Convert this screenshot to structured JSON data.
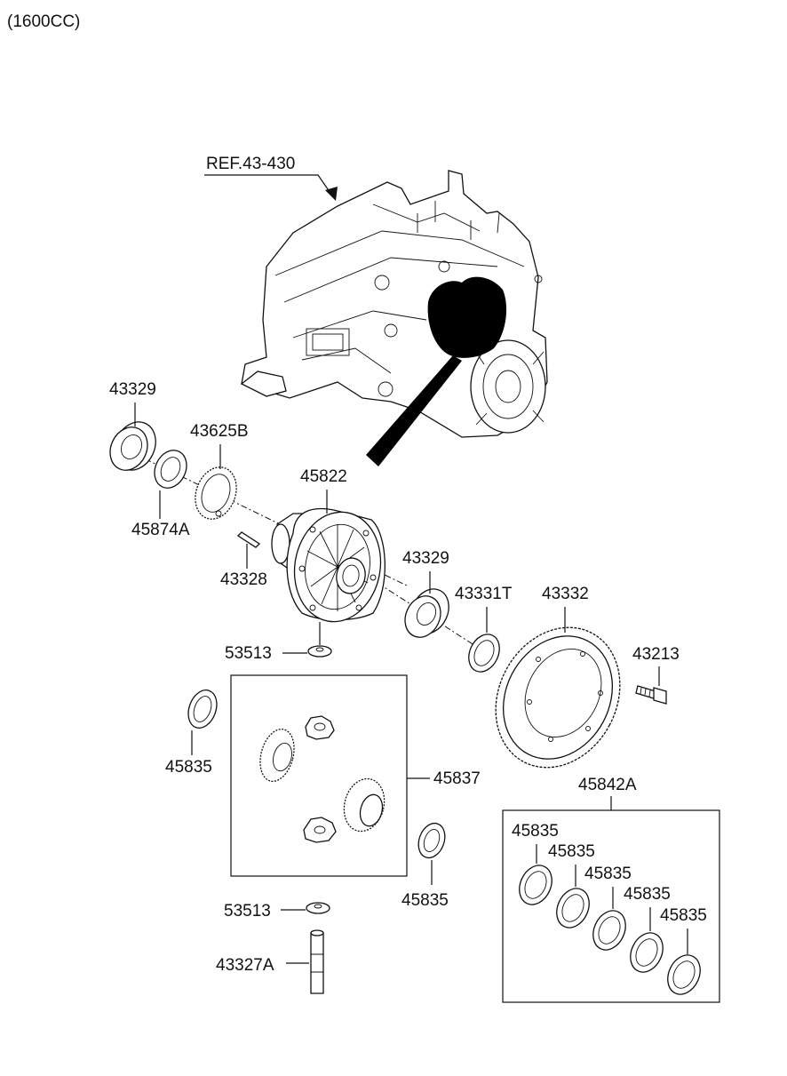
{
  "header": {
    "variant": "(1600CC)"
  },
  "reference": {
    "label": "REF.43-430"
  },
  "labels": {
    "bearing_left": "43329",
    "ring_43625b": "43625B",
    "seal_45874a": "45874A",
    "case_45822": "45822",
    "pin_43328": "43328",
    "bearing_right": "43329",
    "shim_43331t": "43331T",
    "gear_43332": "43332",
    "bolt_43213": "43213",
    "washer_top": "53513",
    "washer_left_45835": "45835",
    "gear_kit_45837": "45837",
    "shim_kit_45842a": "45842A",
    "washer_mid_45835": "45835",
    "washer_bottom": "53513",
    "shaft_43327a": "43327A",
    "kit_shim_1": "45835",
    "kit_shim_2": "45835",
    "kit_shim_3": "45835",
    "kit_shim_4": "45835",
    "kit_shim_5": "45835"
  }
}
